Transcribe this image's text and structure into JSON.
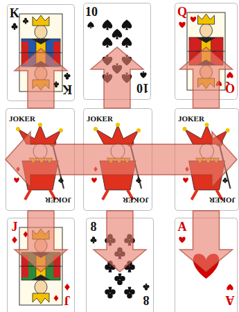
{
  "diagram": {
    "nodes": [
      {
        "text": [
          "K",
          "K"
        ]
      },
      {
        "text": [
          "10",
          "10"
        ]
      },
      {
        "text": [
          "Q",
          "Q"
        ]
      },
      {
        "text": [
          "JOKER",
          "JOKER"
        ]
      },
      {
        "text": [
          "JOKER",
          "JOKER"
        ]
      },
      {
        "text": [
          "JOKER",
          "JOKER"
        ]
      },
      {
        "text": [
          "J",
          "J"
        ]
      },
      {
        "text": [
          "8",
          "8"
        ]
      },
      {
        "text": [
          "A",
          "A"
        ]
      }
    ],
    "edges": [
      {
        "from": 3,
        "to": 0,
        "arrow": "to"
      },
      {
        "from": 4,
        "to": 1,
        "arrow": "to"
      },
      {
        "from": 5,
        "to": 2,
        "arrow": "to"
      },
      {
        "from": 3,
        "to": 6,
        "arrow": "to"
      },
      {
        "from": 4,
        "to": 7,
        "arrow": "to"
      },
      {
        "from": 5,
        "to": 8,
        "arrow": "to"
      },
      {
        "from": 3,
        "to": 5,
        "arrow": "both"
      }
    ]
  }
}
